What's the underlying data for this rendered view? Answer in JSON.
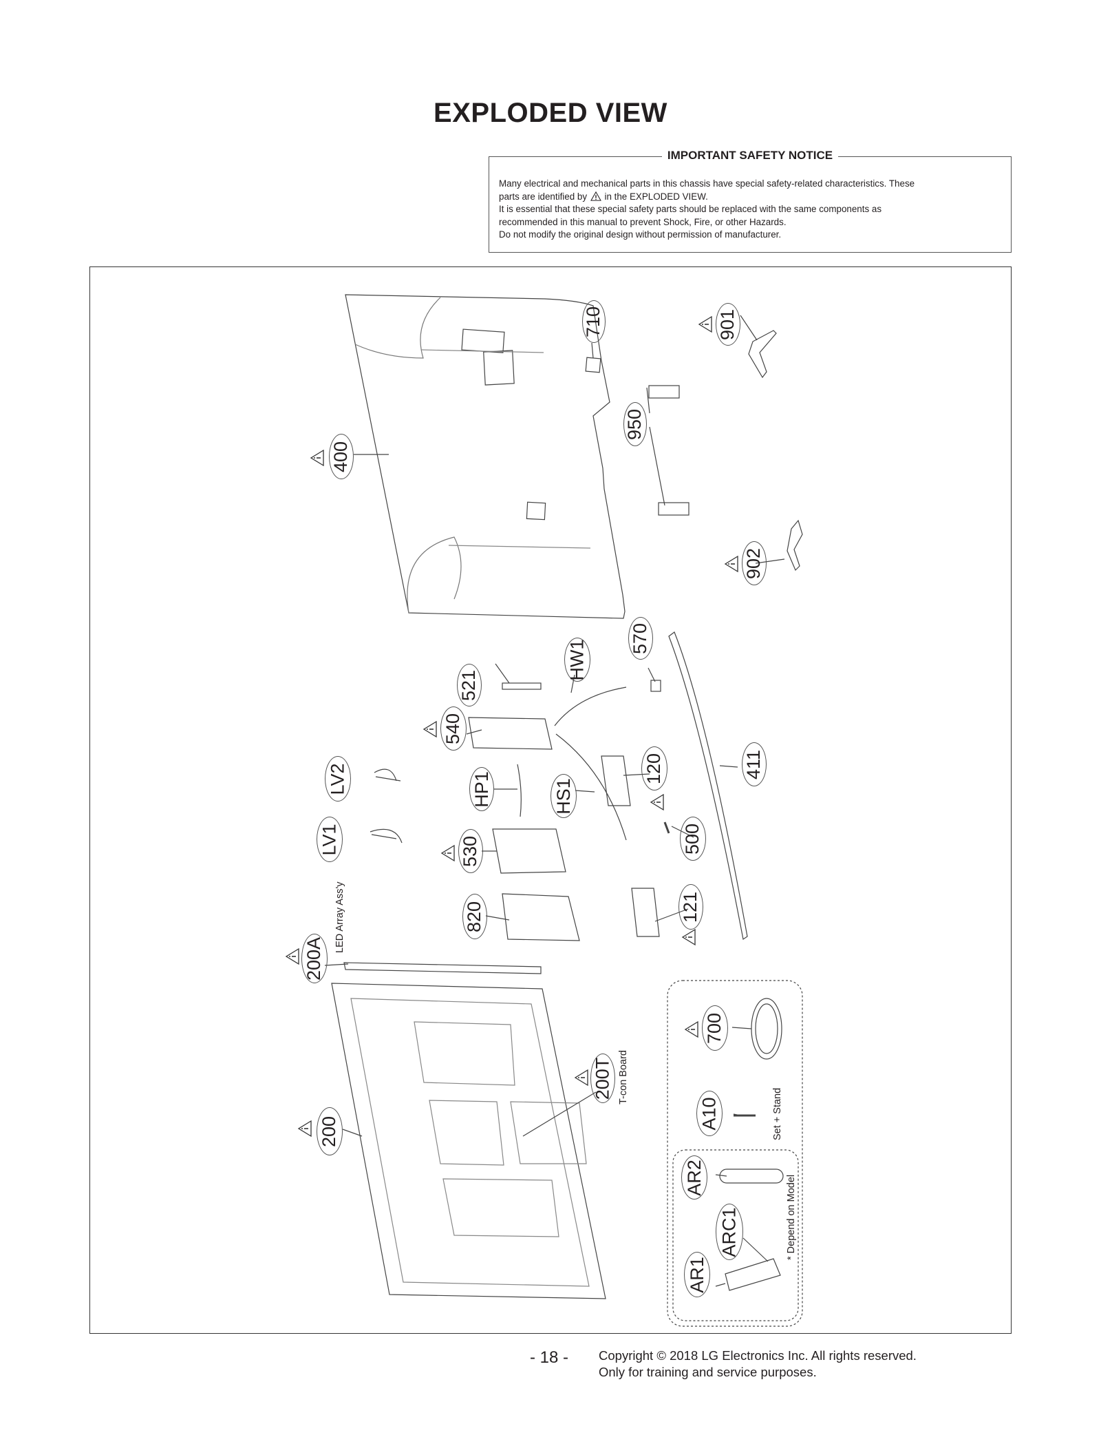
{
  "page": {
    "title": "EXPLODED VIEW",
    "page_number": "- 18 -",
    "copyright_line1": "Copyright © 2018 LG Electronics Inc. All rights reserved.",
    "copyright_line2": "Only for training and service purposes."
  },
  "notice": {
    "heading": "IMPORTANT SAFETY NOTICE",
    "line1": "Many electrical and mechanical parts in this chassis have special safety-related characteristics. These",
    "line2_before": "parts are identified by",
    "line2_after": "in the EXPLODED VIEW.",
    "line3": "It is essential that these special safety parts should be replaced with the same components as",
    "line4": "recommended in this manual to prevent Shock, Fire, or other Hazards.",
    "line5": "Do not modify the original design without permission of manufacturer.",
    "warning_icon": "warning-triangle-icon"
  },
  "diagram": {
    "parts": [
      {
        "id": "400",
        "safety": true
      },
      {
        "id": "710",
        "safety": false
      },
      {
        "id": "901",
        "safety": true
      },
      {
        "id": "950",
        "safety": false
      },
      {
        "id": "902",
        "safety": true
      },
      {
        "id": "570",
        "safety": false
      },
      {
        "id": "HW1",
        "safety": false
      },
      {
        "id": "521",
        "safety": false
      },
      {
        "id": "540",
        "safety": true
      },
      {
        "id": "411",
        "safety": false
      },
      {
        "id": "120",
        "safety": true
      },
      {
        "id": "HS1",
        "safety": false
      },
      {
        "id": "HP1",
        "safety": false
      },
      {
        "id": "LV2",
        "safety": false
      },
      {
        "id": "LV1",
        "safety": false
      },
      {
        "id": "530",
        "safety": true
      },
      {
        "id": "500",
        "safety": false
      },
      {
        "id": "820",
        "safety": false
      },
      {
        "id": "121",
        "safety": true
      },
      {
        "id": "200A",
        "safety": true
      },
      {
        "id": "200T",
        "safety": true
      },
      {
        "id": "200",
        "safety": true
      },
      {
        "id": "700",
        "safety": true
      },
      {
        "id": "A10",
        "safety": false
      },
      {
        "id": "AR2",
        "safety": false
      },
      {
        "id": "ARC1",
        "safety": false
      },
      {
        "id": "AR1",
        "safety": false
      }
    ],
    "annotations": {
      "led_array": "LED Array Ass'y",
      "tcon": "T-con Board",
      "set_stand": "Set + Stand",
      "depend_model": "* Depend on Model"
    }
  }
}
